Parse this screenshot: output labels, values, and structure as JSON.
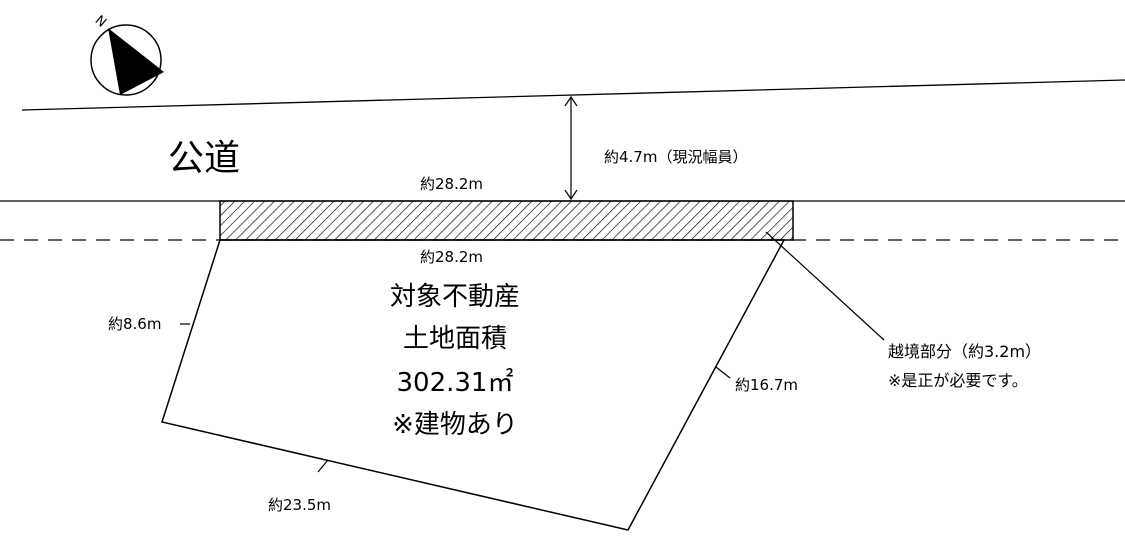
{
  "compass": {
    "north_label": "N",
    "icon": "north-arrow"
  },
  "road": {
    "label": "公道",
    "width_label": "約4.7m（現況幅員）"
  },
  "dimensions": {
    "frontage_top": "約28.2m",
    "frontage_bottom": "約28.2m",
    "left_side": "約8.6m",
    "right_side": "約16.7m",
    "bottom_side": "約23.5m"
  },
  "property": {
    "line1": "対象不動産",
    "line2": "土地面積",
    "area": "302.31㎡",
    "note": "※建物あり"
  },
  "encroachment": {
    "line1": "越境部分（約3.2m）",
    "line2": "※是正が必要です。"
  }
}
